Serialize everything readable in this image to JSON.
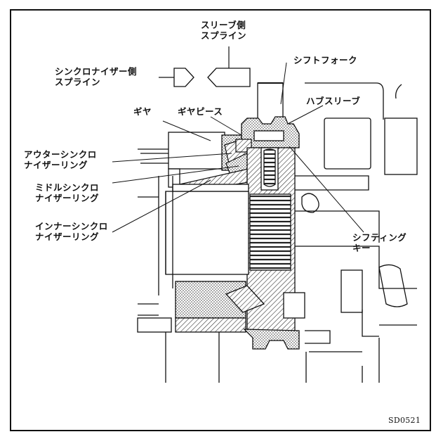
{
  "labels": {
    "sleeve_side_spline": "スリーブ側\nスプライン",
    "synchronizer_side_spline": "シンクロナイザー側\nスプライン",
    "shift_fork": "シフトフォーク",
    "hub_sleeve": "ハブスリーブ",
    "gear": "ギヤ",
    "gear_piece": "ギヤピース",
    "outer_synchronizer_ring": "アウターシンクロ\nナイザーリング",
    "middle_synchronizer_ring": "ミドルシンクロ\nナイザーリング",
    "inner_synchronizer_ring": "インナーシンクロ\nナイザーリング",
    "shifting_key": "シフティング\nキー"
  },
  "figure_code": "SD0521",
  "colors": {
    "line": "#111111",
    "hatch": "#555555",
    "background": "#ffffff"
  }
}
